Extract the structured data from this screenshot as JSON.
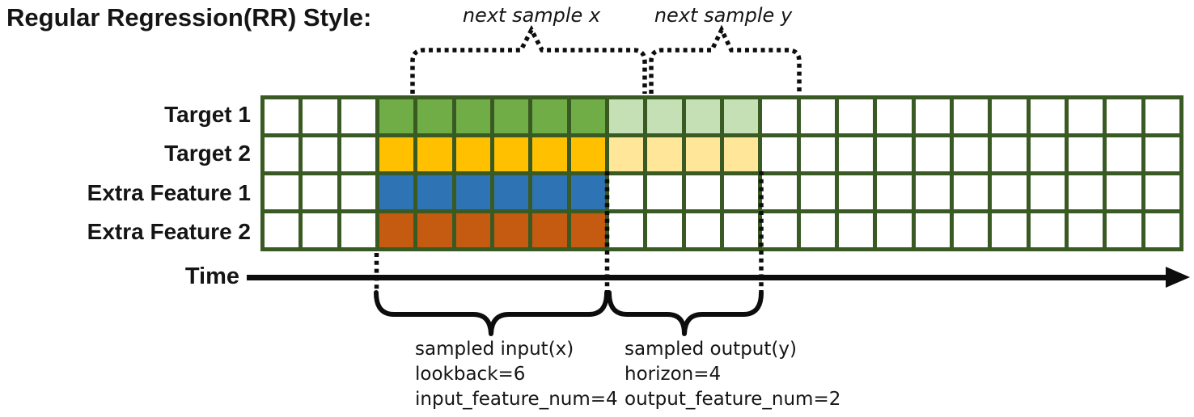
{
  "title": "Regular Regression(RR) Style:",
  "annotations": {
    "next_sample_x": "next sample x",
    "next_sample_y": "next sample y",
    "time_label": "Time",
    "input_lines": [
      "sampled input(x)",
      "lookback=6",
      "input_feature_num=4"
    ],
    "output_lines": [
      "sampled output(y)",
      "horizon=4",
      "output_feature_num=2"
    ]
  },
  "colors": {
    "grid_line": "#3A5A23",
    "white": "#FFFFFF",
    "green": "#70AD47",
    "light_green": "#C5E0B4",
    "gold": "#FFC000",
    "light_gold": "#FFE699",
    "blue": "#2E74B5",
    "orange": "#C55A11",
    "ink": "#0D0D0D"
  },
  "grid": {
    "columns": 24,
    "lookback": 6,
    "horizon": 4,
    "rows": [
      {
        "label": "Target 1",
        "segments": [
          {
            "count": 3,
            "color": "white"
          },
          {
            "count": 6,
            "color": "green"
          },
          {
            "count": 4,
            "color": "light_green"
          },
          {
            "count": 11,
            "color": "white"
          }
        ]
      },
      {
        "label": "Target 2",
        "segments": [
          {
            "count": 3,
            "color": "white"
          },
          {
            "count": 6,
            "color": "gold"
          },
          {
            "count": 4,
            "color": "light_gold"
          },
          {
            "count": 11,
            "color": "white"
          }
        ]
      },
      {
        "label": "Extra Feature 1",
        "segments": [
          {
            "count": 3,
            "color": "white"
          },
          {
            "count": 6,
            "color": "blue"
          },
          {
            "count": 15,
            "color": "white"
          }
        ]
      },
      {
        "label": "Extra Feature 2",
        "segments": [
          {
            "count": 3,
            "color": "white"
          },
          {
            "count": 6,
            "color": "orange"
          },
          {
            "count": 15,
            "color": "white"
          }
        ]
      }
    ]
  }
}
